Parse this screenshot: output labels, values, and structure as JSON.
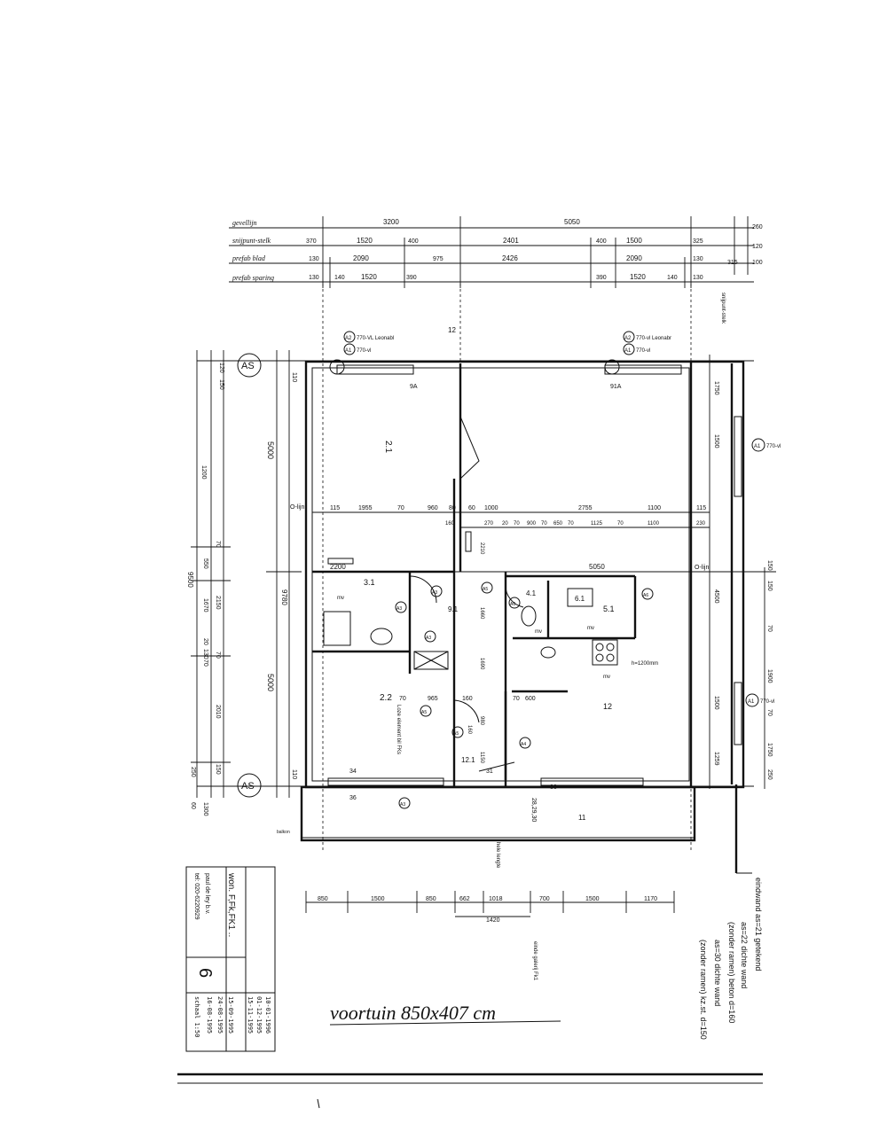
{
  "rows": {
    "gevellijn": "gevellijn",
    "snijpunt": "snijpunt-stelk",
    "prefab_blad": "prefab blad",
    "prefab_sparing": "prefab sparing"
  },
  "dims_top": {
    "r1": [
      "3200",
      "5050",
      "260"
    ],
    "r2": [
      "370",
      "1520",
      "400",
      "2401",
      "400",
      "1500",
      "325",
      "120"
    ],
    "r3": [
      "130",
      "2090",
      "975",
      "2426",
      "2090",
      "130",
      "315",
      "100"
    ],
    "r4": [
      "130",
      "140",
      "1520",
      "390",
      "390",
      "1520",
      "140",
      "130"
    ]
  },
  "tags": {
    "a2_left": "A2",
    "a2_left_txt": "770-VL Leonabl",
    "a1_left": "A1",
    "a1_left_txt": "770-vl",
    "a2_right": "A2",
    "a2_right_txt": "770-vl Leonabr",
    "a1_right": "A1",
    "a1_right_txt": "770-vl",
    "a1_side1": "A1",
    "a1_side1_txt": "770-vl",
    "a1_side2": "A1",
    "a1_side2_txt": "770-vl",
    "as_top": "AS",
    "as_bottom": "AS"
  },
  "left_dims": [
    "120",
    "150",
    "110",
    "1200",
    "70",
    "550",
    "9500",
    "2150",
    "1670",
    "70",
    "20",
    "130",
    "70",
    "2010",
    "250",
    "150",
    "110",
    "60",
    "1300",
    "5000",
    "5000",
    "9780"
  ],
  "right_dims": [
    "1750",
    "1500",
    "4500",
    "150",
    "1900",
    "1500",
    "70",
    "1750",
    "1259",
    "250",
    "70",
    "150"
  ],
  "rooms": {
    "r21": "2.1",
    "r22": "2.2",
    "r31": "3.1",
    "r41": "4.1",
    "r51": "5.1",
    "r61": "6.1",
    "r91": "9.1",
    "r121": "12.1",
    "r12": "12",
    "r11": "11",
    "r12b": "12"
  },
  "mid_dims": {
    "row1": [
      "115",
      "1955",
      "70",
      "960",
      "80",
      "60",
      "1000",
      "2755",
      "1100",
      "115"
    ],
    "row2": [
      "160",
      "270",
      "20",
      "70",
      "900",
      "70",
      "650",
      "70",
      "1125",
      "70",
      "1100",
      "230"
    ],
    "row3": [
      "2200",
      "5050"
    ],
    "row4": [
      "70",
      "965",
      "160",
      "70",
      "600"
    ],
    "row5": [
      "160",
      "980",
      "1150",
      "1690",
      "1660",
      "2210"
    ],
    "bottom": [
      "850",
      "1500",
      "850",
      "662",
      "1018",
      "700",
      "1500",
      "1170",
      "1420"
    ]
  },
  "labels": {
    "o_lijn1": "O-lijn",
    "o_lijn2": "O-lijn",
    "snijpunt_v": "snijpunt-stelk",
    "mv1": "mv",
    "mv2": "mv",
    "mv3": "mv",
    "mv4": "mv",
    "h1200": "h=1200mm",
    "h_pijl": "9A",
    "h_pijl2": "91A",
    "elem": "Loze element bil FKs",
    "ende": "einde galerij Fk1",
    "luik": "hele lengte",
    "s31": "31",
    "s34": "34",
    "s36a": "36",
    "s36b": "36",
    "s28": "28,29,30",
    "rail": "balkon"
  },
  "tag_codes": [
    "A3",
    "A3",
    "A5",
    "A6",
    "A6",
    "A3",
    "A5",
    "A5",
    "A4",
    "A3"
  ],
  "notes": {
    "n1": "eindwand as=21 getekend",
    "n2": "as=22 dichte wand",
    "n3": "(zonder ramen) beton d=160",
    "n4": "as=30 dichte wand",
    "n5": "(zonder ramen) kz.st. d=150"
  },
  "title_block": {
    "title": "won. F,Fk,FK1 ..",
    "firm": "paul de ley b.v.",
    "tel": "tel: 020-6220929",
    "sheet": "6",
    "dates": [
      "10-01-1996",
      "01-12-1995",
      "15-11-1995",
      "15-09-1995",
      "24-08-1995",
      "16-08-1995"
    ],
    "scale": "schaal 1:50"
  },
  "handwritten": "voortuin 850x407 cm"
}
